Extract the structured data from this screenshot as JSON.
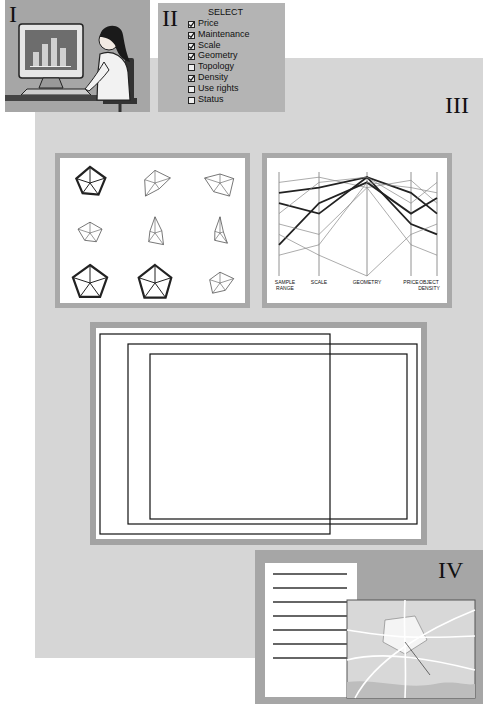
{
  "diagram": {
    "nodes": [
      {
        "text": [
          "I"
        ]
      },
      {
        "text": [
          "II",
          "SELECT",
          "Price",
          "Maintenance",
          "Scale",
          "Geometry",
          "Topology",
          "Density",
          "Use rights",
          "Status"
        ]
      },
      {
        "text": [
          "III"
        ]
      },
      {
        "text": [
          "SAMPLE RANGE",
          "SCALE",
          "GEOMETRY",
          "PRICE",
          "OBJECT DENSITY"
        ],
        "in": 2
      },
      {
        "text": [
          "IV"
        ]
      }
    ]
  }
}
